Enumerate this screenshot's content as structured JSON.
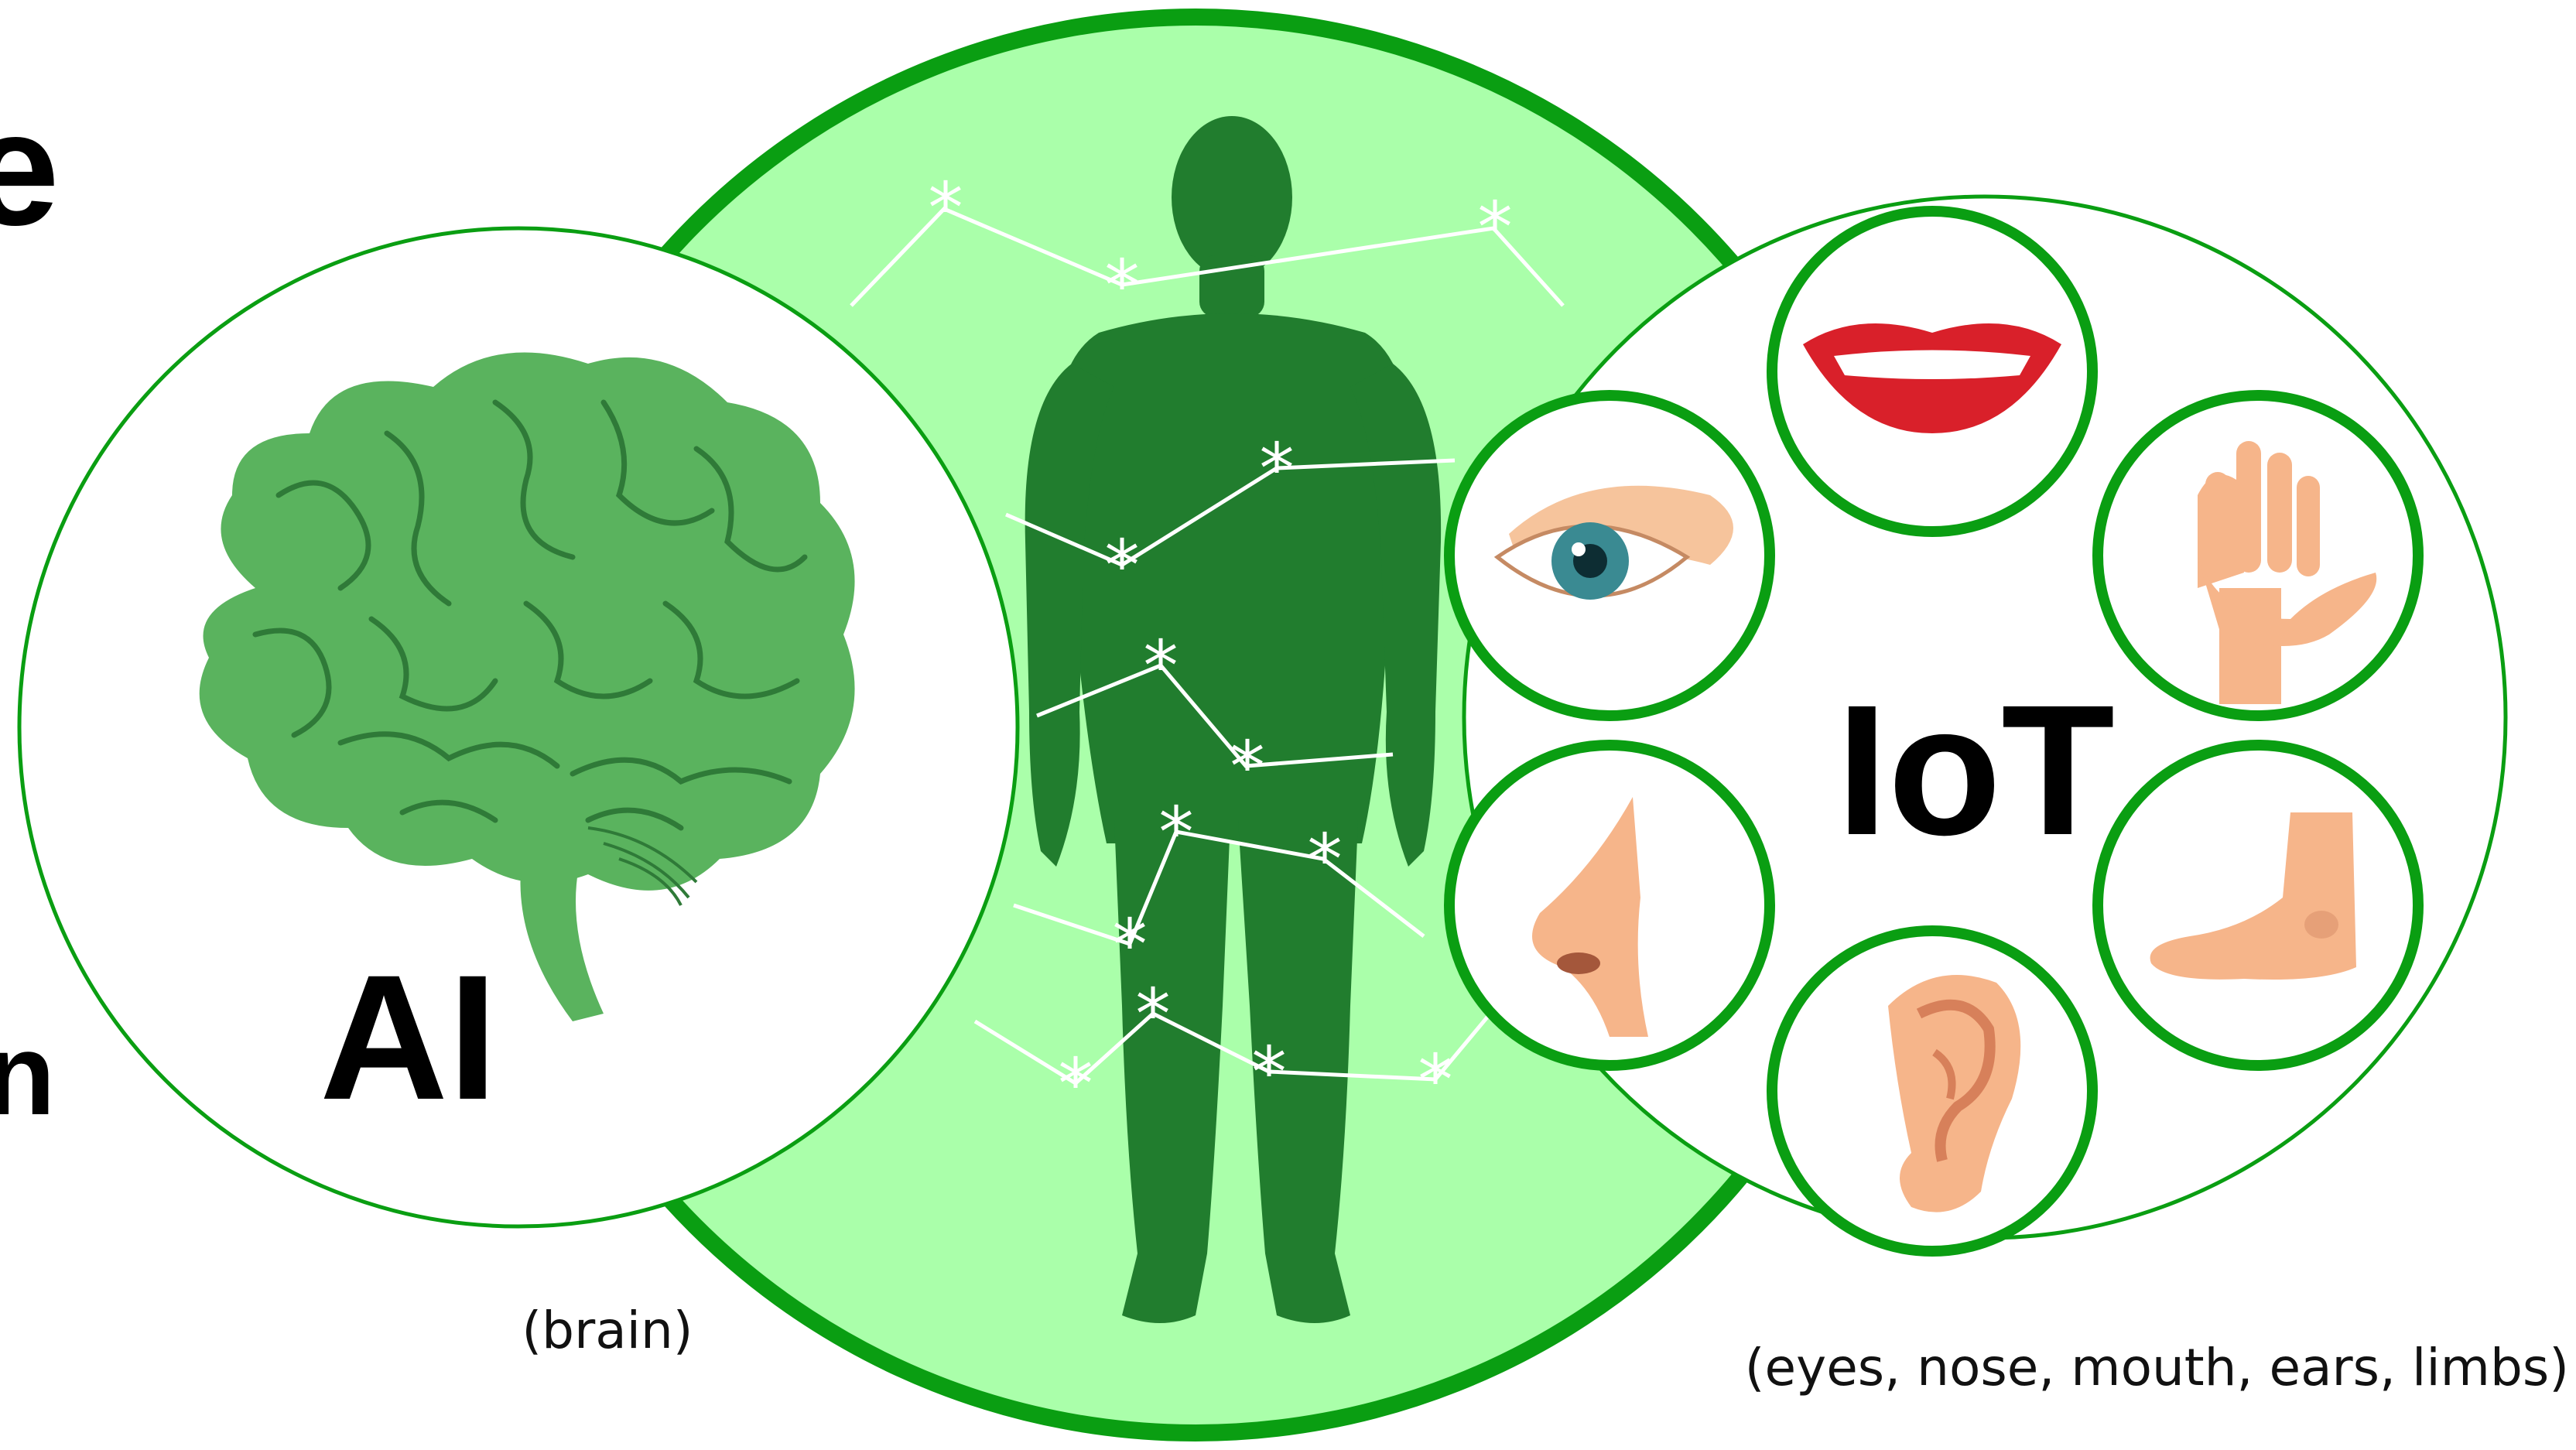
{
  "cut_off_left_text": {
    "line1": "e",
    "line2": "n"
  },
  "ai_circle": {
    "label": "AI",
    "caption": "(brain)",
    "icon": "brain-icon"
  },
  "iot_circle": {
    "label": "IoT",
    "caption": "(eyes, nose, mouth, ears, limbs)",
    "organs": [
      "mouth-icon",
      "eye-icon",
      "hand-icon",
      "nose-icon",
      "foot-icon",
      "ear-icon"
    ]
  },
  "body_circle": {
    "icon": "human-body-silhouette"
  },
  "colors": {
    "light_green": "#aaffaa",
    "ring_green": "#0a9e12",
    "body_green": "#217d2e",
    "brain_green": "#5ab35e",
    "skin": "#f6b58a"
  }
}
